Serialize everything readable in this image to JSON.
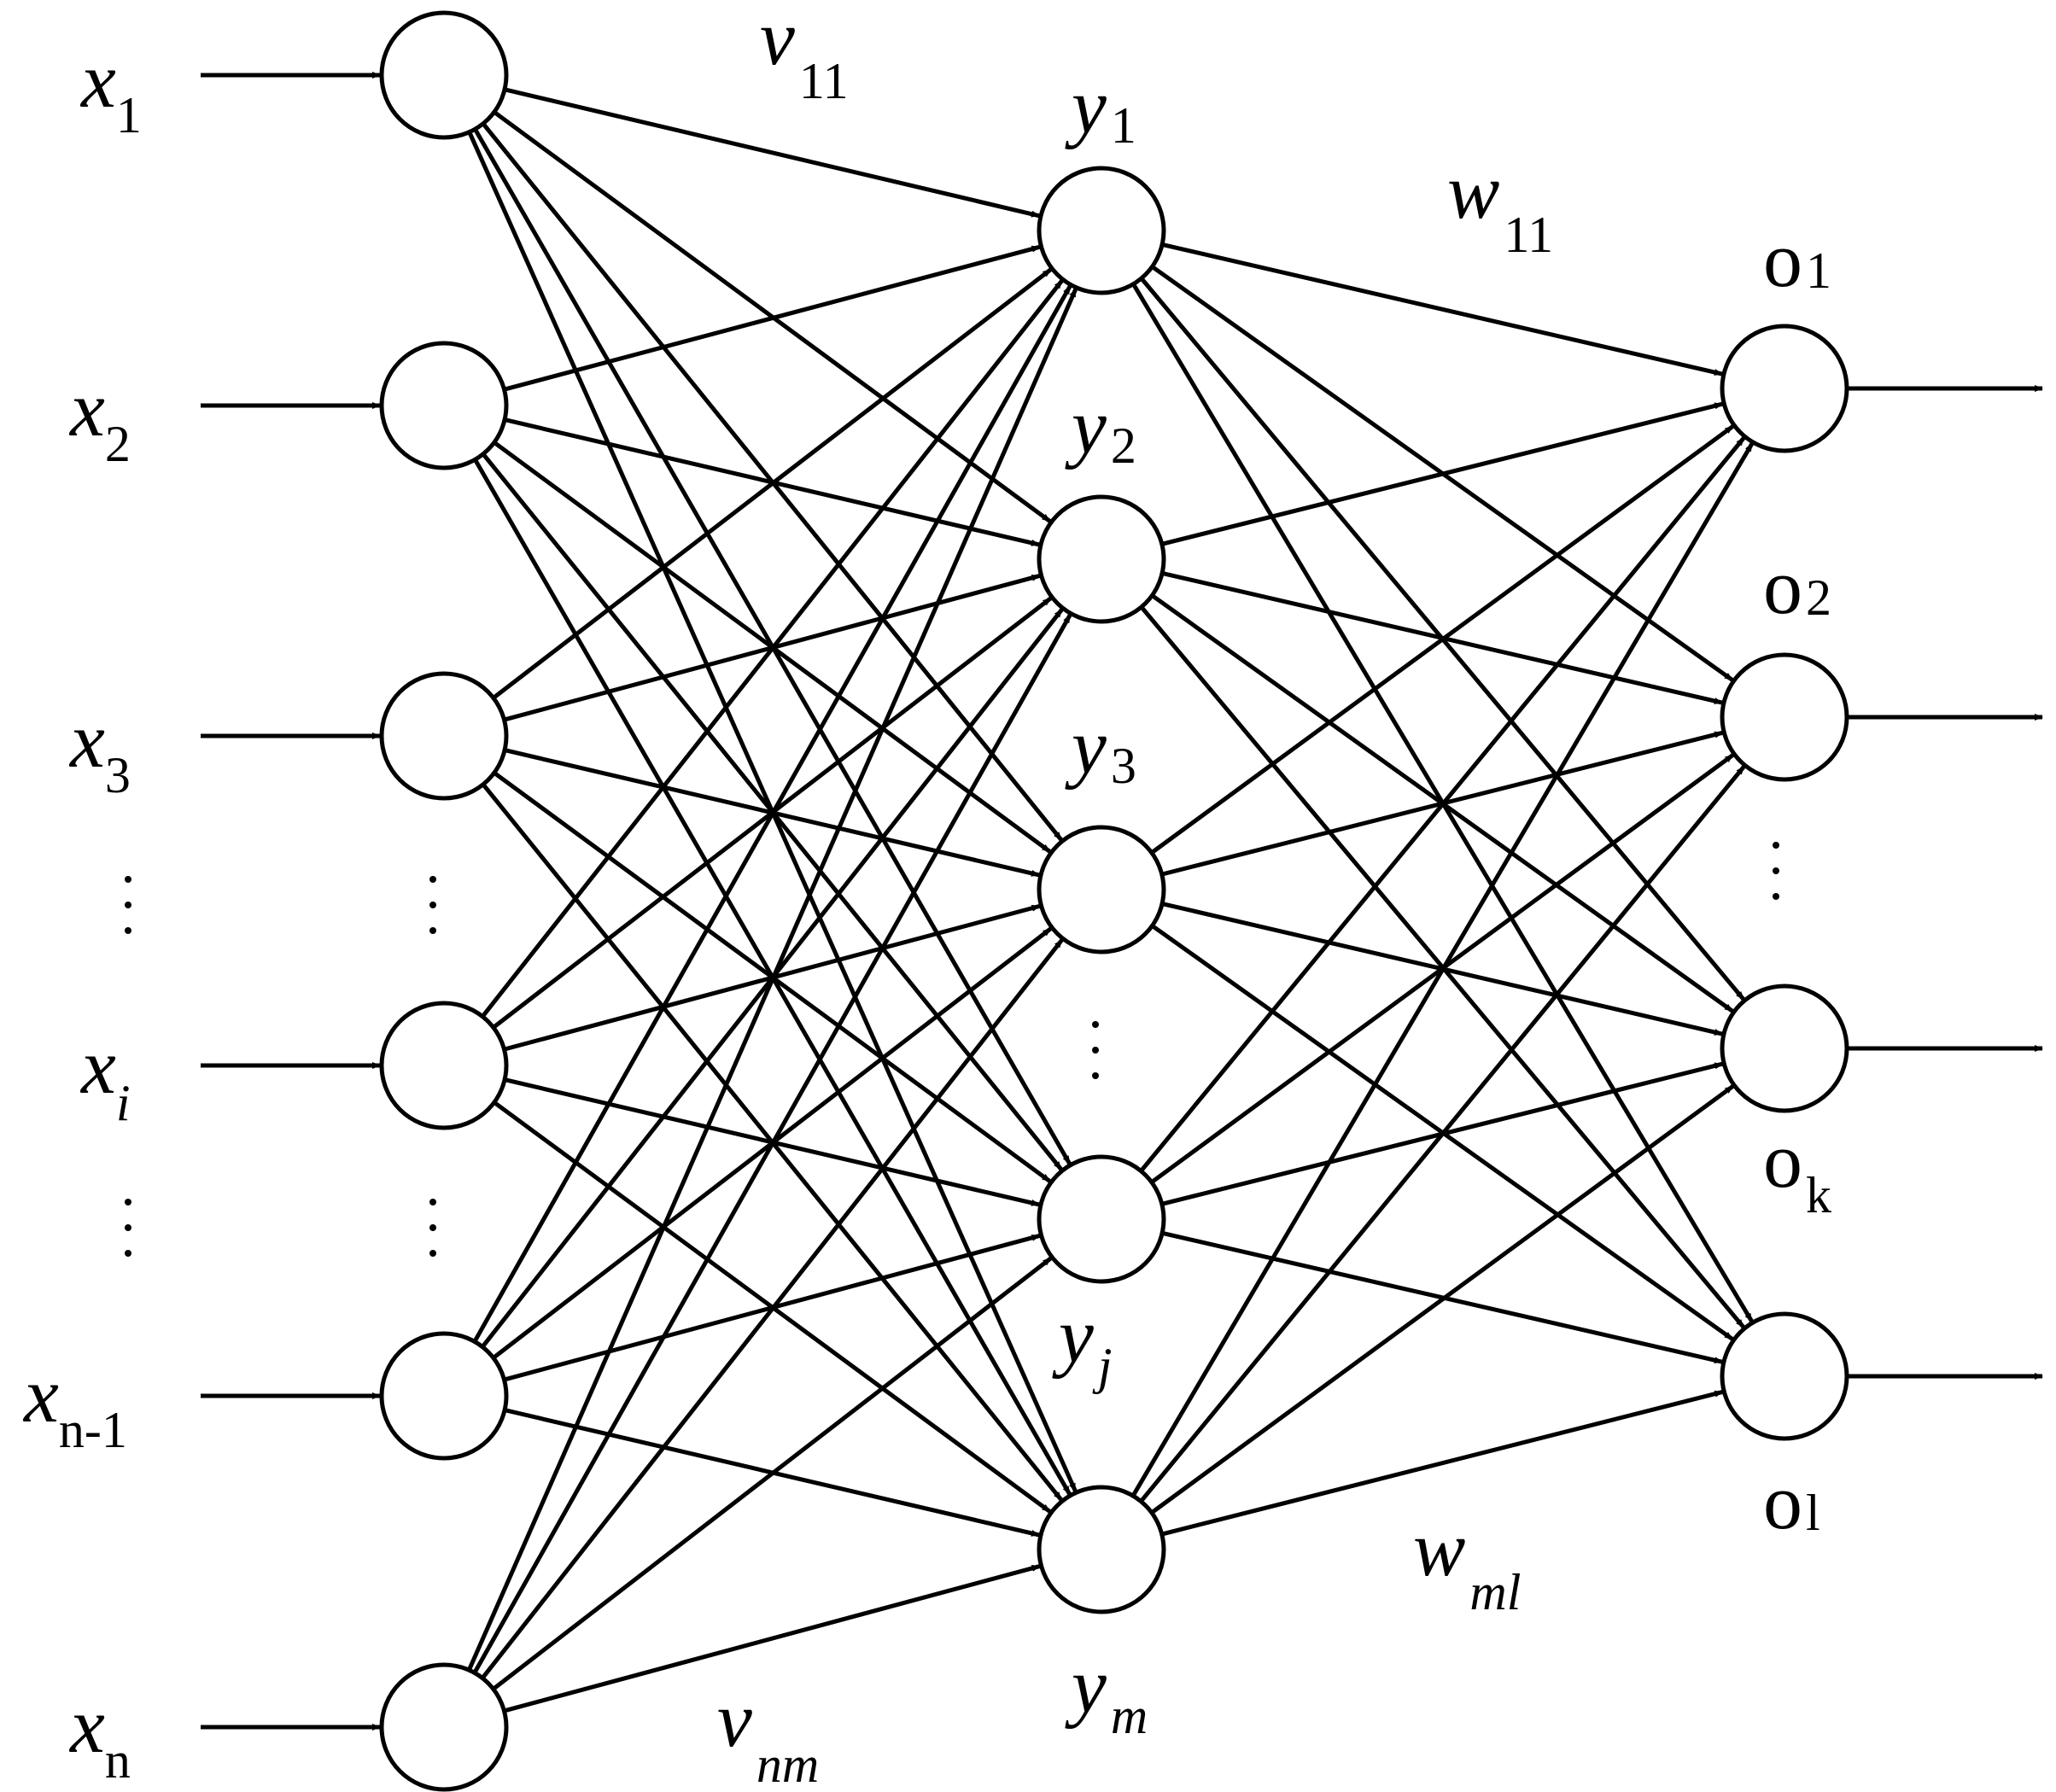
{
  "diagram": {
    "layers": {
      "input": {
        "nodes": [
          "1",
          "2",
          "3",
          "i",
          "n-1",
          "n"
        ],
        "prefix": "x"
      },
      "hidden": {
        "nodes": [
          "1",
          "2",
          "3",
          "j",
          "m"
        ],
        "prefix": "y"
      },
      "output": {
        "nodes": [
          "1",
          "2",
          "k",
          "l"
        ],
        "prefix": "o"
      }
    },
    "weight_labels": {
      "v_first": {
        "main": "v",
        "sub": "11"
      },
      "v_last": {
        "main": "v",
        "sub": "nm"
      },
      "w_first": {
        "main": "w",
        "sub": "11"
      },
      "w_last": {
        "main": "w",
        "sub": "ml"
      }
    },
    "stroke_color": "#000000",
    "background": "#ffffff"
  }
}
